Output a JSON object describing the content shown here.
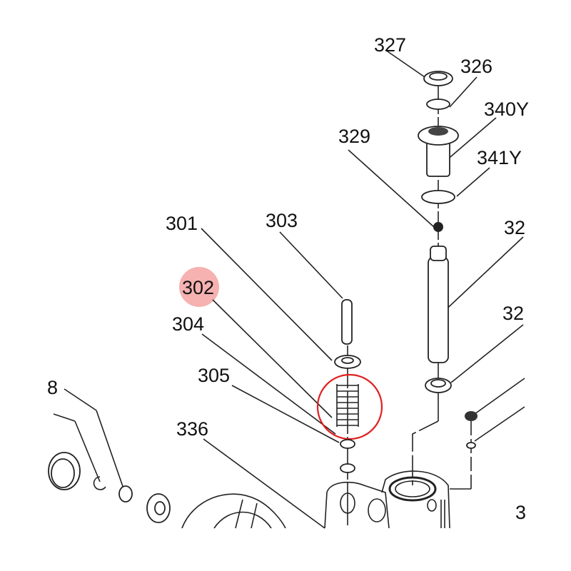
{
  "diagram": {
    "type": "exploded parts diagram",
    "highlighted_part": "302",
    "highlight_color": "#f08a8a",
    "callout_circle_color": "#e02020",
    "labels": {
      "p327": "327",
      "p326": "326",
      "p340Y": "340Y",
      "p329": "329",
      "p341Y": "341Y",
      "p301": "301",
      "p303": "303",
      "p32a": "32",
      "p302": "302",
      "p304": "304",
      "p32b": "32",
      "p305": "305",
      "p8": "8",
      "p336": "336",
      "p3": "3"
    }
  }
}
